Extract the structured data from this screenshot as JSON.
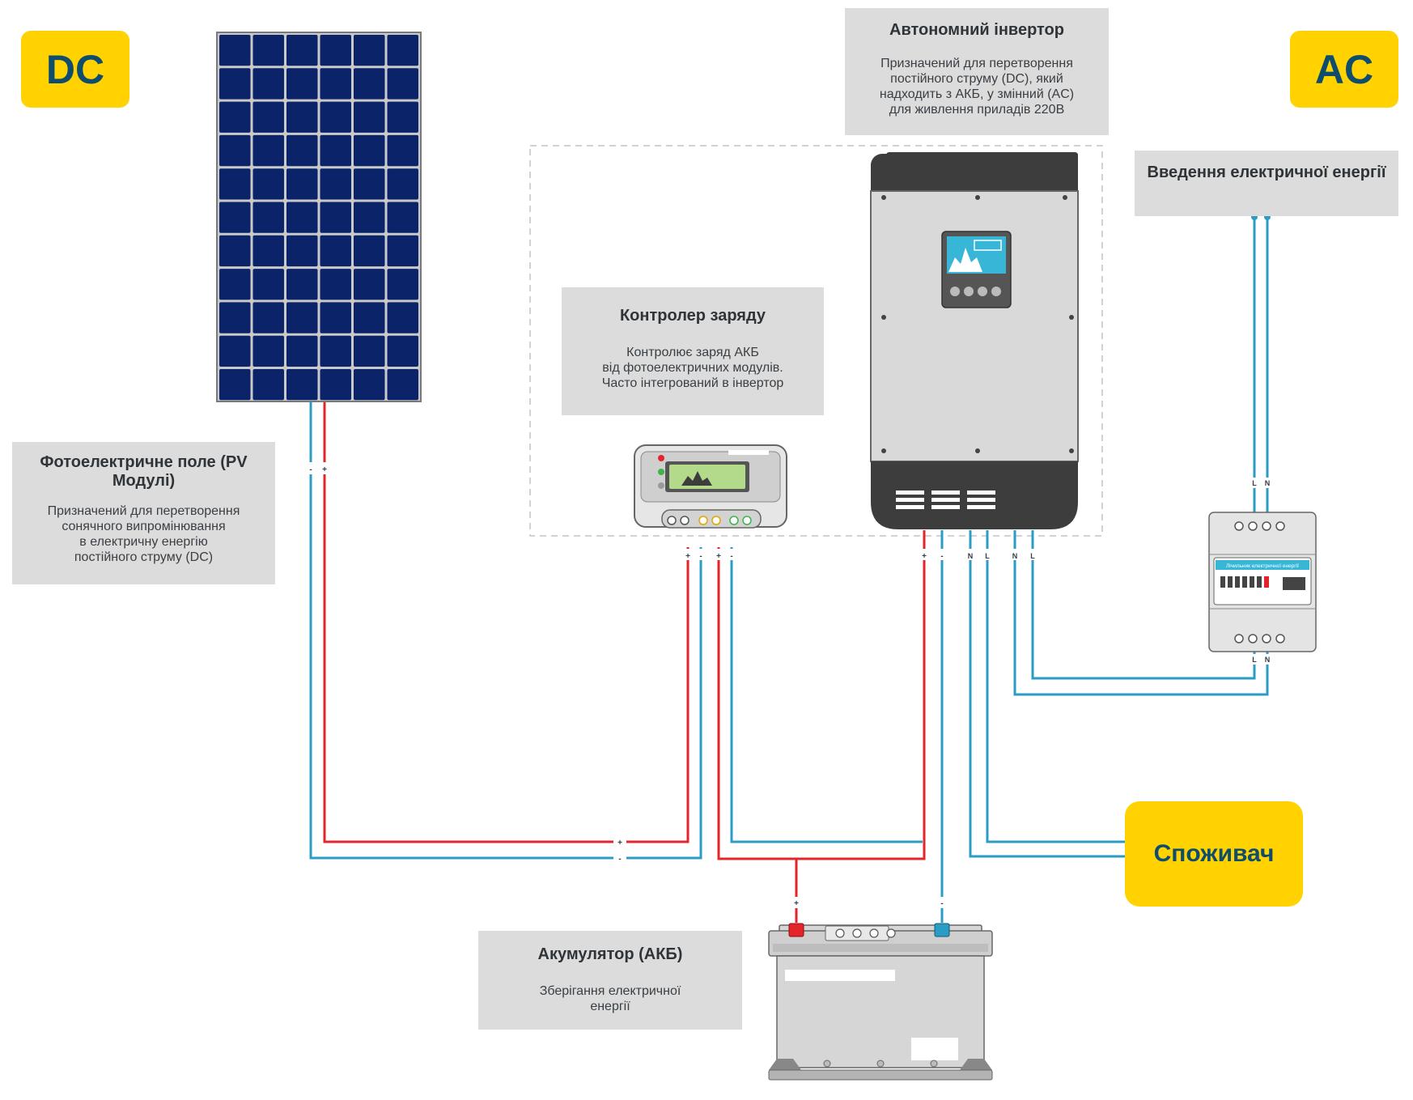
{
  "badges": {
    "dc": "DC",
    "ac": "AC",
    "consumer": "Споживач"
  },
  "info_boxes": {
    "inverter": {
      "title": "Автономний інвертор",
      "description": "Призначений для перетворення\nпостійного струму (DC), який\nнадходить з АКБ, у змінний (AC)\nдля живлення приладів 220В"
    },
    "power_input": {
      "title": "Введення електричної енергії",
      "description": ""
    },
    "controller": {
      "title": "Контролер заряду",
      "description": "Контролює заряд АКБ\nвід фотоелектричних модулів.\nЧасто інтегрований в інвертор"
    },
    "pv": {
      "title": "Фотоелектричне поле (PV Модулі)",
      "description": "Призначений для перетворення\nсонячного випромінювання\nв електричну енергію\nпостійного струму (DC)"
    },
    "battery": {
      "title": "Акумулятор (АКБ)",
      "description": "Зберігання електричної\nенергії"
    }
  },
  "terminal_marks": {
    "plus": "+",
    "minus": "-",
    "line": "L",
    "neutral": "N"
  },
  "meter_label": "Лічильник електричної енергії",
  "colors": {
    "positive_wire": "#e3242b",
    "negative_wire": "#2b9cc4",
    "ac_wire": "#2b9cc4",
    "badge_yellow": "#ffd200",
    "badge_text": "#0e4d6e",
    "info_box_bg": "#dcdcdc",
    "panel_cell": "#0b2469",
    "device_dark": "#3d3d3d",
    "device_body": "#d9d9d9"
  }
}
